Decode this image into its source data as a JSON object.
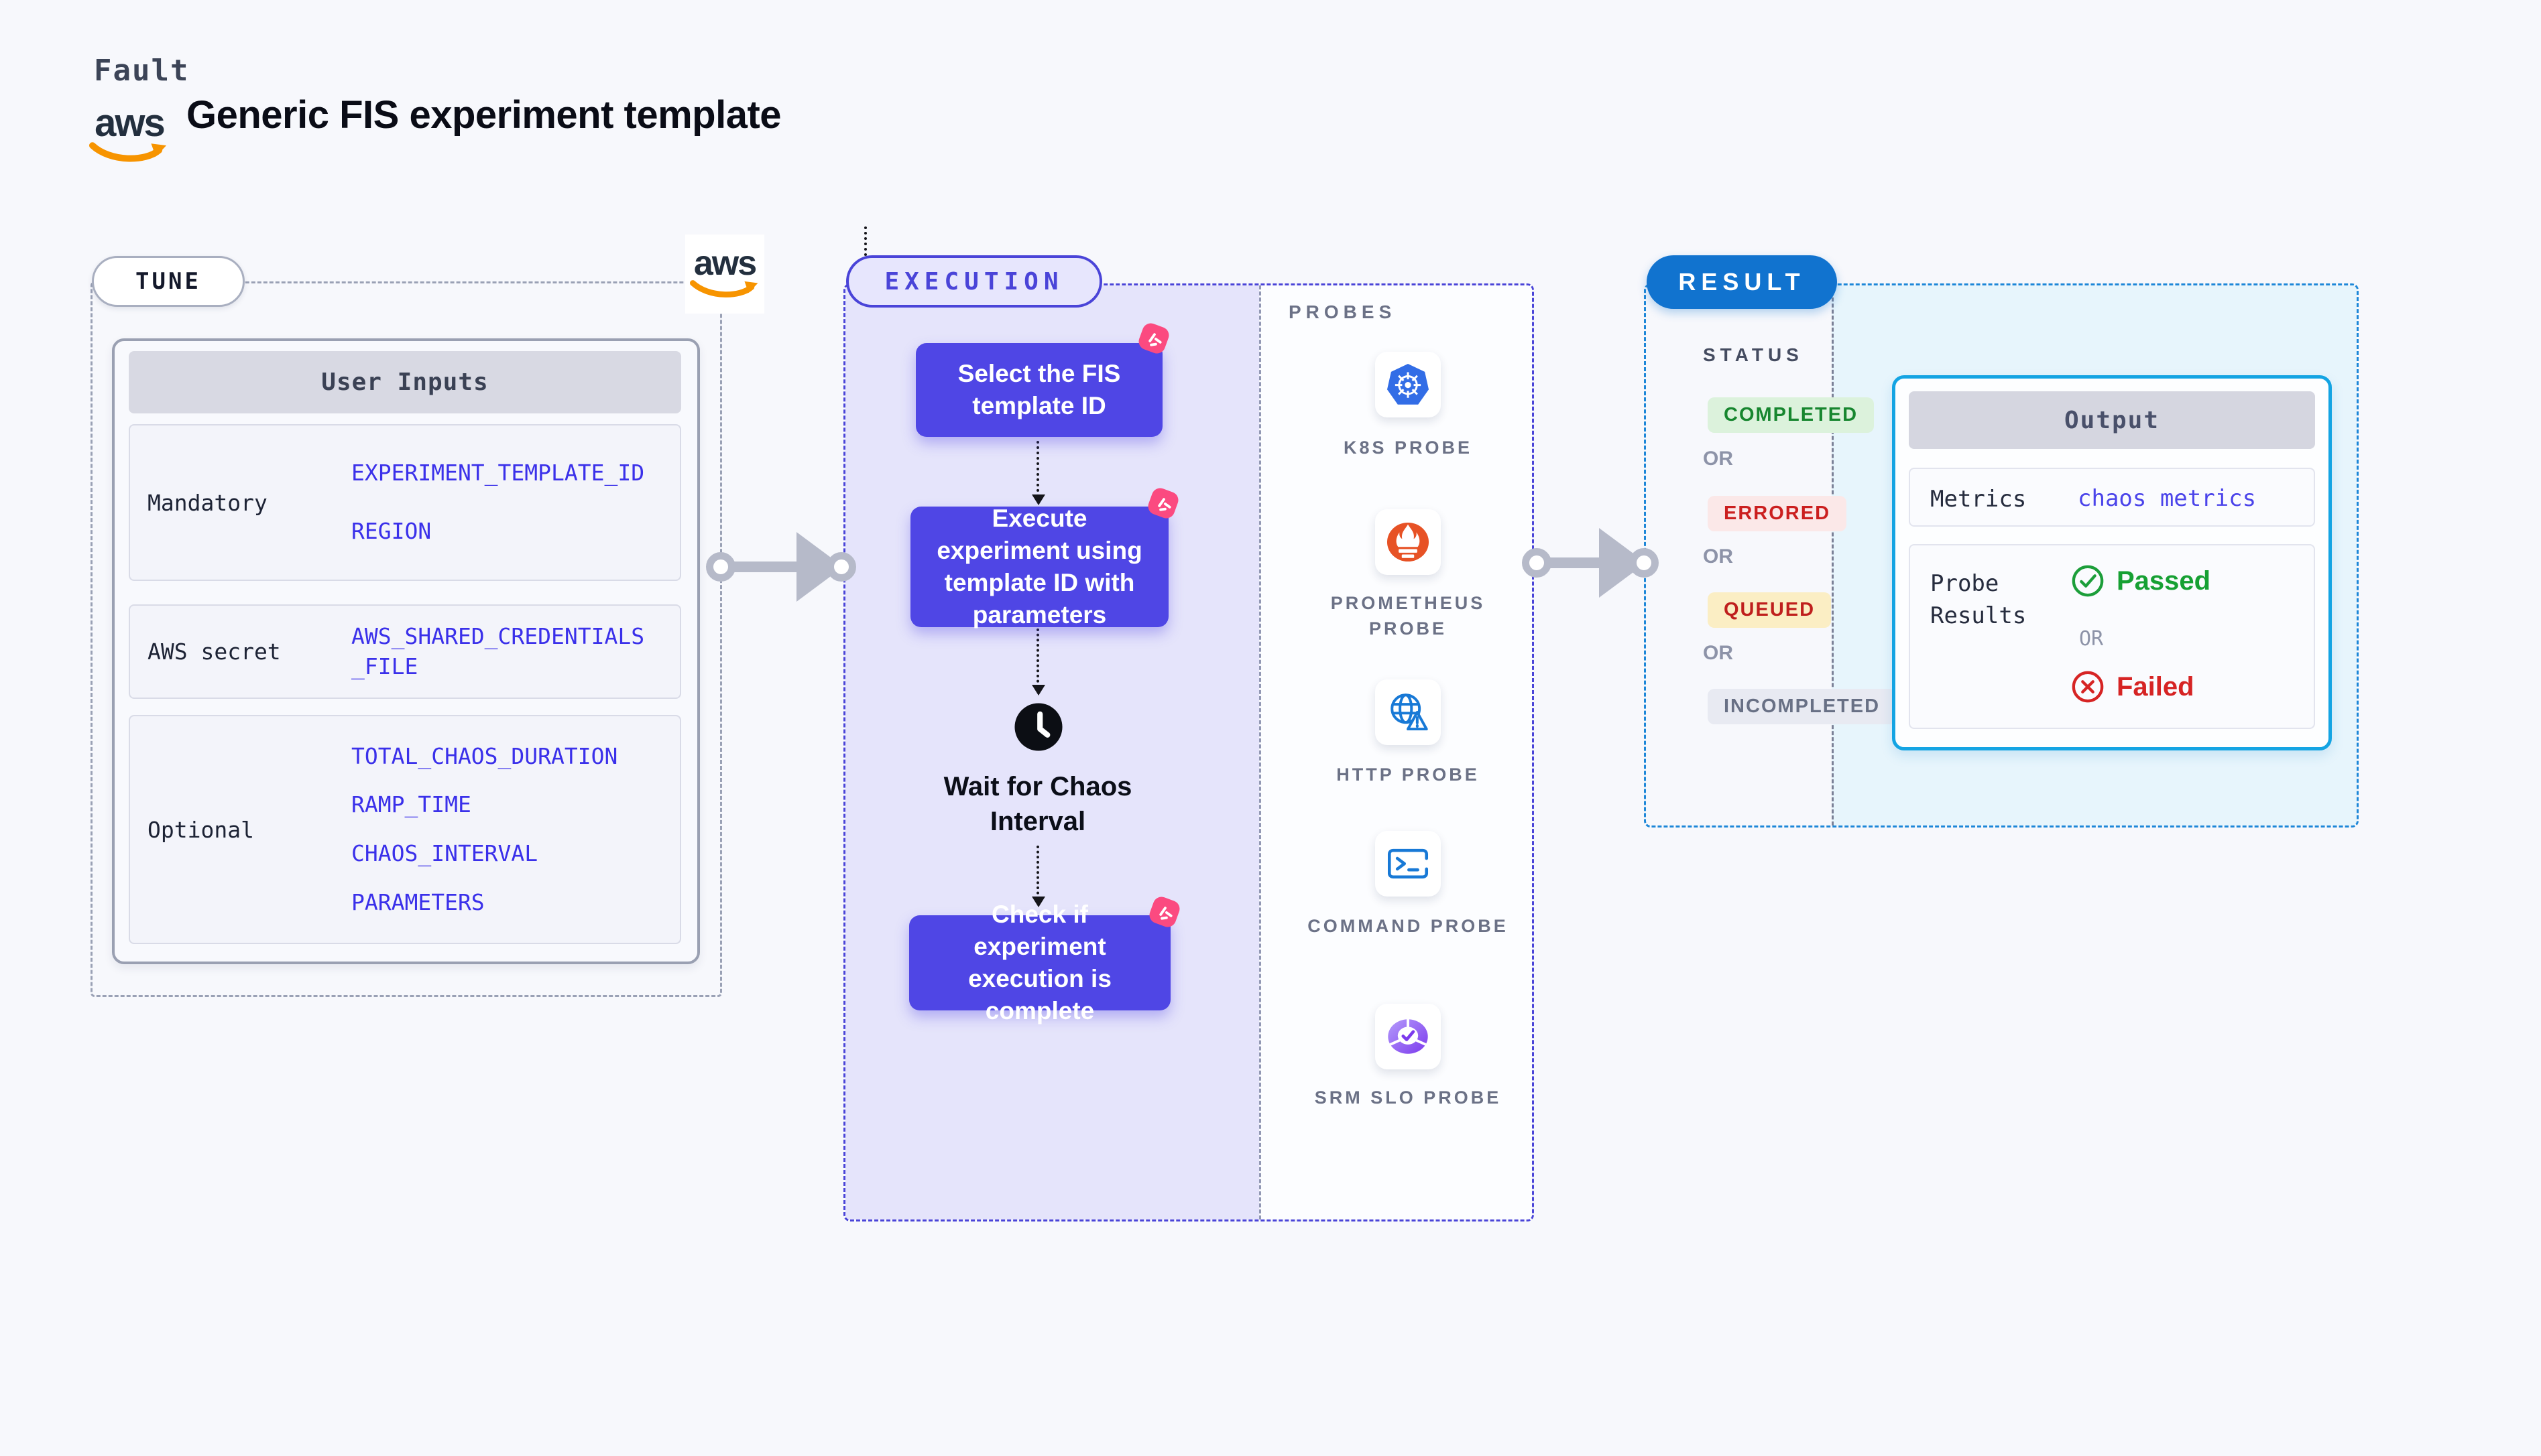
{
  "header": {
    "brand": "Fault",
    "aws_wordmark": "aws",
    "title": "Generic FIS experiment template"
  },
  "tune": {
    "pill_label": "TUNE",
    "aws_wordmark": "aws",
    "table": {
      "header": "User Inputs",
      "rows": [
        {
          "label": "Mandatory",
          "values": [
            "EXPERIMENT_TEMPLATE_ID",
            "REGION"
          ]
        },
        {
          "label": "AWS secret",
          "values": [
            "AWS_SHARED_CREDENTIALS\n_FILE"
          ]
        },
        {
          "label": "Optional",
          "values": [
            "TOTAL_CHAOS_DURATION",
            "RAMP_TIME",
            "CHAOS_INTERVAL",
            "PARAMETERS"
          ]
        }
      ]
    }
  },
  "execution": {
    "pill_label": "EXECUTION",
    "steps": [
      {
        "label": "Select the FIS template ID"
      },
      {
        "label": "Execute experiment using template ID with parameters"
      },
      {
        "label": "Wait for Chaos Interval"
      },
      {
        "label": "Check if experiment execution is complete"
      }
    ]
  },
  "probes": {
    "heading": "PROBES",
    "items": [
      {
        "label": "K8S PROBE",
        "icon": "kubernetes-icon"
      },
      {
        "label": "PROMETHEUS PROBE",
        "icon": "prometheus-icon"
      },
      {
        "label": "HTTP PROBE",
        "icon": "globe-alert-icon"
      },
      {
        "label": "COMMAND PROBE",
        "icon": "terminal-icon"
      },
      {
        "label": "SRM SLO PROBE",
        "icon": "slo-donut-check-icon"
      }
    ]
  },
  "result": {
    "pill_label": "RESULT",
    "status_heading": "STATUS",
    "or_label": "OR",
    "statuses": [
      {
        "label": "COMPLETED",
        "bg": "#dcf2dc",
        "fg": "#17862f"
      },
      {
        "label": "ERRORED",
        "bg": "#fbe8e8",
        "fg": "#cb1f1f"
      },
      {
        "label": "QUEUED",
        "bg": "#fbeec4",
        "fg": "#bf1f1d"
      },
      {
        "label": "INCOMPLETED",
        "bg": "#e8eaf2",
        "fg": "#687085"
      }
    ],
    "output": {
      "header": "Output",
      "metrics_label": "Metrics",
      "metrics_value": "chaos metrics",
      "probe_results_label": "Probe Results",
      "passed_label": "Passed",
      "failed_label": "Failed"
    }
  },
  "colors": {
    "page_bg": "#f7f8fc",
    "accent_purple": "#4f46e5",
    "execution_panel_bg": "#e5e4fb",
    "execution_border": "#4a44d8",
    "result_border": "#1d87d8",
    "result_pill_bg": "#1173cf",
    "output_border": "#14a4e3",
    "value_blue": "#3a30ea",
    "metrics_value_blue": "#4b44ea",
    "passed_green": "#16a033",
    "failed_red": "#d62424",
    "chaos_badge_pink": "#fb4a80",
    "aws_orange": "#f79400",
    "kubernetes_blue": "#326de6",
    "prometheus_orange": "#e75225"
  }
}
